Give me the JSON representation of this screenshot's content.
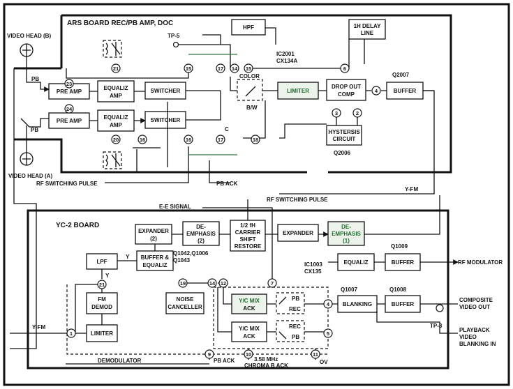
{
  "boards": {
    "ars": {
      "title": "ARS BOARD REC/PB AMP, DOC"
    },
    "yc2": {
      "title": "YC-2 BOARD"
    }
  },
  "heads": {
    "b": "VIDEO HEAD (B)",
    "a": "VIDEO HEAD (A)"
  },
  "blocks": {
    "pre_amp_top": "PRE AMP",
    "pre_amp_bot": "PRE AMP",
    "equaliz_top_1": "EQUALIZ",
    "equaliz_top_2": "AMP",
    "equaliz_bot_1": "EQUALIZ",
    "equaliz_bot_2": "AMP",
    "switcher_top": "SWITCHER",
    "switcher_bot": "SWITCHER",
    "hpf": "HPF",
    "limiter_ars": "LIMITER",
    "dropout_1": "DROP OUT",
    "dropout_2": "COMP",
    "buffer_ars": "BUFFER",
    "delay_1": "1H DELAY",
    "delay_2": "LINE",
    "hyst_1": "HYSTERSIS",
    "hyst_2": "CIRCUIT",
    "expander2_1": "EXPANDER",
    "expander2_2": "(2)",
    "deemph2_1": "DE-",
    "deemph2_2": "EMPHASIS",
    "deemph2_3": "(2)",
    "carrier_1": "1/2 fH",
    "carrier_2": "CARRIER",
    "carrier_3": "SHIFT",
    "carrier_4": "RESTORE",
    "expander": "EXPANDER",
    "deemph1_1": "DE-",
    "deemph1_2": "EMPHASIS",
    "deemph1_3": "(1)",
    "buffer_eq_1": "BUFFER &",
    "buffer_eq_2": "EQUALIZ",
    "lpf": "LPF",
    "fm_demod_1": "FM",
    "fm_demod_2": "DEMOD",
    "limiter_yc": "LIMITER",
    "noise_1": "NOISE",
    "noise_2": "CANCELLER",
    "ycmix_top_1": "Y/C MIX",
    "ycmix_top_2": "ACK",
    "ycmix_bot_1": "Y/C MIX",
    "ycmix_bot_2": "ACK",
    "equaliz_yc": "EQUALIZ",
    "buffer_rf": "BUFFER",
    "blanking": "BLANKING",
    "buffer_out": "BUFFER",
    "sw_pb_top": "PB",
    "sw_rec_top": "REC",
    "sw_rec_bot": "REC",
    "sw_pb_bot": "PB",
    "color": "COLOR",
    "bw": "B/W"
  },
  "labels": {
    "pb_top": "PB",
    "pb_bot": "PB",
    "tp5": "TP-5",
    "tp3": "TP-3",
    "ic2001_1": "IC2001",
    "ic2001_2": "CX134A",
    "q2007": "Q2007",
    "q2006": "Q2006",
    "c_label": "C",
    "rf_switching_pulse_ars": "RF SWITCHING PULSE",
    "pb_ack_ars": "PB ACK",
    "y_fm_right": "Y-FM",
    "ee_signal": "E-E SIGNAL",
    "rf_switching_pulse_yc": "RF SWITCHING PULSE",
    "q_buffer_1": "Q1042,Q1006",
    "q_buffer_2": "Q1043",
    "q1009": "Q1009",
    "ic1003_1": "IC1003",
    "ic1003_2": "CX135",
    "q1007": "Q1007",
    "q1008": "Q1008",
    "y_1": "Y",
    "y_2": "Y",
    "y_fm_left": "Y-FM",
    "demodulator": "DEMODULATOR",
    "pb_ack_yc": "PB ACK",
    "chroma_1": "3.58 MHz",
    "chroma_2": "CHROMA B ACK",
    "ov": "OV",
    "rf_modulator": "RF MODULATOR",
    "composite_1": "COMPOSITE",
    "composite_2": "VIDEO OUT",
    "playback_1": "PLAYBACK",
    "playback_2": "VIDEO",
    "playback_3": "BLANKING IN"
  },
  "pins": {
    "p23": "23",
    "p21_ars": "21",
    "p24": "24",
    "p20": "20",
    "p15a": "15",
    "p16_ars": "16",
    "p16b": "16",
    "p17a": "17",
    "p17b": "17",
    "p14_ars": "14",
    "p15": "15",
    "p18": "18",
    "p6": "6",
    "p3_ars": "3",
    "p2_ars": "2",
    "p4_ars": "4",
    "p21_yc": "21",
    "p19": "19",
    "p14_yc": "14",
    "p12": "12",
    "p7": "7",
    "p4_yc": "4",
    "p5": "5",
    "p1": "1",
    "p9": "9",
    "p10": "10",
    "p11": "11"
  }
}
